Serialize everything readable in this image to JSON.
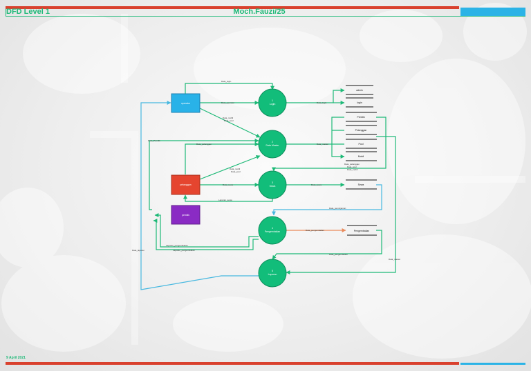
{
  "header": {
    "title": "DFD Level 1",
    "author": "Moch.Fauzi/25"
  },
  "footer": {
    "date": "9 April 2021"
  },
  "entities": {
    "operator": "operator",
    "pelanggan": "pelanggan",
    "pemilik": "pemilik"
  },
  "processes": [
    {
      "number": "1",
      "name": "Login"
    },
    {
      "number": "2",
      "name": "Data Master"
    },
    {
      "number": "3",
      "name": "Sewa"
    },
    {
      "number": "4",
      "name": "Pengembalian"
    },
    {
      "number": "5",
      "name": "Laporan"
    }
  ],
  "stores": {
    "admin": "admin",
    "login": "login",
    "pemilik": "Pemilik",
    "pelanggan": "Pelanggan",
    "pool": "Pool",
    "mobil": "Mobil",
    "sewa": "Sewa",
    "pengembalian": "Pengembalian"
  },
  "flows": {
    "data_login_top": "Data_login",
    "data_operator": "Data_operator",
    "data_login_store": "Data_login",
    "data_mobil_1": "Data_mobil",
    "data_pool_1": "Data_pool",
    "data_pemilik": "Data_Pemilik",
    "data_pelanggan": "Data_pelanggan",
    "data_master": "Data_master",
    "data_mobil_2": "Data_mobil",
    "data_pool_2": "Data_pool",
    "data_sewa": "Data_sewa",
    "data_sewa_store": "Data_sewa",
    "laporan_sewa": "Laporan_sewa",
    "data_pelanggan_2": "Data_pelanggan",
    "data_pool_3": "Data_pool",
    "data_mobil_3": "Data_mobil",
    "data_peminjaman": "Data_peminjaman",
    "data_pengembalian": "Data_pengembalian",
    "data_pengembalian_2": "Data_pengembalian",
    "laporan_pengembalian": "Laporan_pengembalian",
    "laporan_pengembalian_2": "Laporan_pengembalian",
    "data_laporan": "Data_laporan",
    "data_master_2": "Data_master"
  },
  "colors": {
    "accent_green": "#1db977",
    "process_green": "#12bd7a",
    "operator_blue": "#29b2e8",
    "pelanggan_red": "#e5452f",
    "pemilik_purple": "#8a2bc4",
    "flow_blue": "#47b8e0",
    "flow_orange": "#e98a5a"
  }
}
